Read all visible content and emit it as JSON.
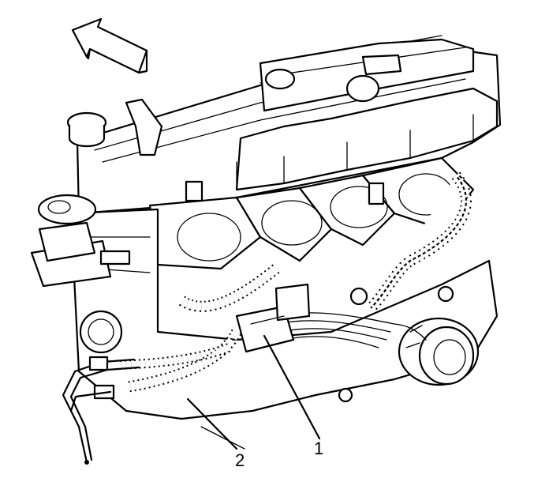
{
  "diagram": {
    "callouts": [
      {
        "id": "1",
        "label": "1"
      },
      {
        "id": "2",
        "label": "2"
      }
    ],
    "colors": {
      "line": "#000000",
      "background": "#ffffff"
    },
    "icons": [
      "direction-arrow-icon"
    ]
  }
}
